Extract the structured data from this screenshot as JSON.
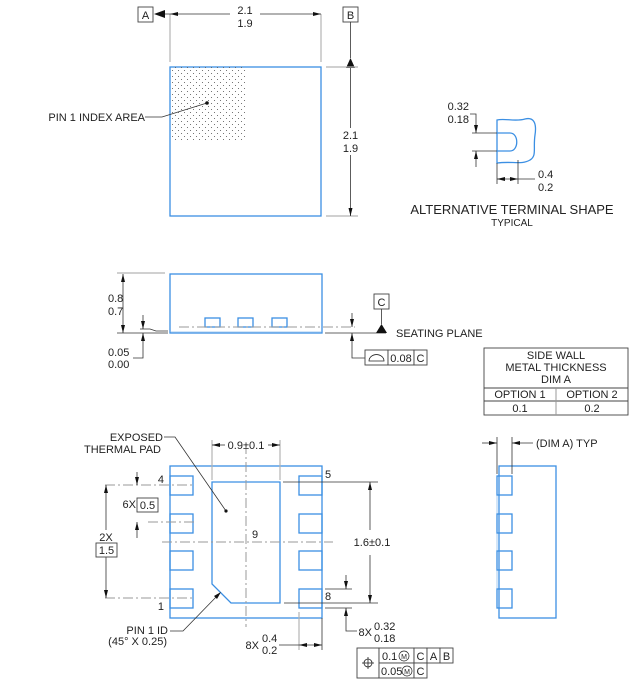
{
  "top_view": {
    "datum_a": "A",
    "datum_b": "B",
    "width_max": "2.1",
    "width_min": "1.9",
    "height_max": "2.1",
    "height_min": "1.9",
    "pin1_label": "PIN 1 INDEX AREA"
  },
  "terminal_detail": {
    "width_max": "0.32",
    "width_min": "0.18",
    "length_max": "0.4",
    "length_min": "0.2",
    "title": "ALTERNATIVE TERMINAL SHAPE",
    "subtitle": "TYPICAL"
  },
  "side_view": {
    "height_max": "0.8",
    "height_min": "0.7",
    "standoff_max": "0.05",
    "standoff_min": "0.00",
    "datum_c": "C",
    "seating_plane": "SEATING PLANE",
    "flatness_value": "0.08",
    "flatness_datum": "C"
  },
  "side_wall_table": {
    "header": [
      "SIDE WALL",
      "METAL THICKNESS",
      "DIM A"
    ],
    "columns": [
      "OPTION 1",
      "OPTION 2"
    ],
    "values": [
      "0.1",
      "0.2"
    ]
  },
  "bottom_view": {
    "thermal_pad_label_1": "EXPOSED",
    "thermal_pad_label_2": "THERMAL PAD",
    "pad_width": "0.9",
    "pad_width_tol": "0.1",
    "pad_height": "1.6",
    "pad_height_tol": "0.1",
    "pin4": "4",
    "pin5": "5",
    "pin8": "8",
    "pin1": "1",
    "pad_num": "9",
    "pitch_count": "6X",
    "pitch": "0.5",
    "span_count": "2X",
    "span": "1.5",
    "pin1_id": "PIN 1 ID",
    "pin1_id_detail": "(45° X 0.25)",
    "lead_len_count": "8X",
    "lead_len_max": "0.4",
    "lead_len_min": "0.2",
    "lead_w_count": "8X",
    "lead_w_max": "0.32",
    "lead_w_min": "0.18",
    "fcf_row1_tol": "0.1",
    "fcf_row1_datums": [
      "C",
      "A",
      "B"
    ],
    "fcf_row2_tol": "0.05",
    "fcf_row2_datums": [
      "C"
    ],
    "modifier": "M"
  },
  "end_view": {
    "dim_label": "(DIM A) TYP"
  }
}
